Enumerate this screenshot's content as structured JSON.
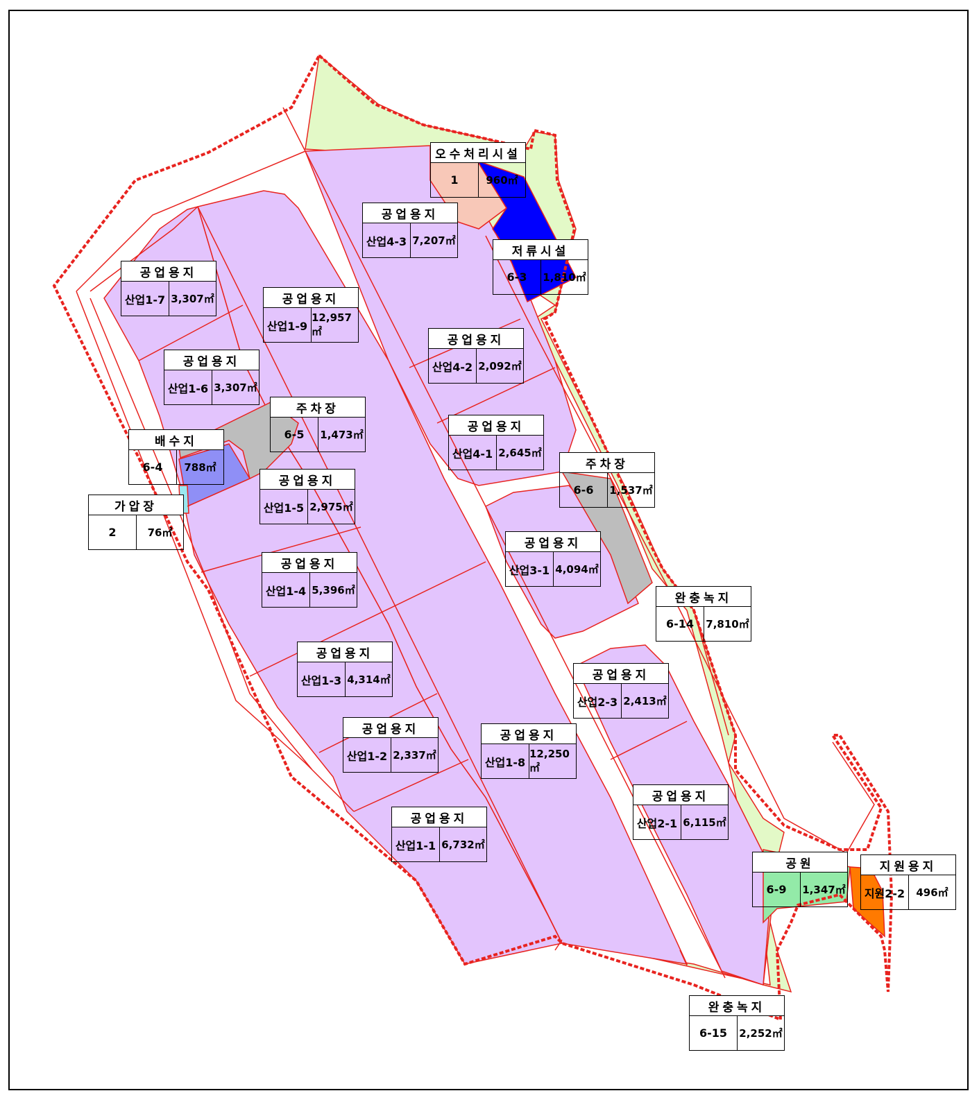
{
  "labels": [
    {
      "id": "sewage",
      "title": "오수처리시설",
      "code": "1",
      "area": "960㎡"
    },
    {
      "id": "ind4-3",
      "title": "공업용지",
      "code": "산업4-3",
      "area": "7,207㎡"
    },
    {
      "id": "storage",
      "title": "저류시설",
      "code": "6-3",
      "area": "1,810㎡"
    },
    {
      "id": "ind1-7",
      "title": "공업용지",
      "code": "산업1-7",
      "area": "3,307㎡"
    },
    {
      "id": "ind1-9",
      "title": "공업용지",
      "code": "산업1-9",
      "area": "12,957㎡"
    },
    {
      "id": "ind4-2",
      "title": "공업용지",
      "code": "산업4-2",
      "area": "2,092㎡"
    },
    {
      "id": "ind1-6",
      "title": "공업용지",
      "code": "산업1-6",
      "area": "3,307㎡"
    },
    {
      "id": "parking5",
      "title": "주차장",
      "code": "6-5",
      "area": "1,473㎡"
    },
    {
      "id": "ind4-1",
      "title": "공업용지",
      "code": "산업4-1",
      "area": "2,645㎡"
    },
    {
      "id": "water",
      "title": "배수지",
      "code": "6-4",
      "area": "788㎡"
    },
    {
      "id": "parking6",
      "title": "주차장",
      "code": "6-6",
      "area": "1,537㎡"
    },
    {
      "id": "ind1-5",
      "title": "공업용지",
      "code": "산업1-5",
      "area": "2,975㎡"
    },
    {
      "id": "gas",
      "title": "가압장",
      "code": "2",
      "area": "76㎡"
    },
    {
      "id": "ind3-1",
      "title": "공업용지",
      "code": "산업3-1",
      "area": "4,094㎡"
    },
    {
      "id": "ind1-4",
      "title": "공업용지",
      "code": "산업1-4",
      "area": "5,396㎡"
    },
    {
      "id": "buffer14",
      "title": "완충녹지",
      "code": "6-14",
      "area": "7,810㎡"
    },
    {
      "id": "ind1-3",
      "title": "공업용지",
      "code": "산업1-3",
      "area": "4,314㎡"
    },
    {
      "id": "ind2-3",
      "title": "공업용지",
      "code": "산업2-3",
      "area": "2,413㎡"
    },
    {
      "id": "ind1-2",
      "title": "공업용지",
      "code": "산업1-2",
      "area": "2,337㎡"
    },
    {
      "id": "ind1-8",
      "title": "공업용지",
      "code": "산업1-8",
      "area": "12,250㎡"
    },
    {
      "id": "ind2-1",
      "title": "공업용지",
      "code": "산업2-1",
      "area": "6,115㎡"
    },
    {
      "id": "ind1-1",
      "title": "공업용지",
      "code": "산업1-1",
      "area": "6,732㎡"
    },
    {
      "id": "park",
      "title": "공원",
      "code": "6-9",
      "area": "1,347㎡"
    },
    {
      "id": "support",
      "title": "지원용지",
      "code": "지원2-2",
      "area": "496㎡"
    },
    {
      "id": "buffer15",
      "title": "완충녹지",
      "code": "6-15",
      "area": "2,252㎡"
    }
  ],
  "colors": {
    "industrial": "#e3c4fd",
    "buffer_green": "#e3f9c7",
    "parking": "#bdbdbd",
    "sewage": "#f8c8b8",
    "storage": "#0000ff",
    "reservoir": "#8f8ff6",
    "pump": "#9ae8f0",
    "park": "#93eaa8",
    "support": "#ff7a00",
    "boundary": "#e8231f",
    "lot_line": "#e8231f"
  }
}
